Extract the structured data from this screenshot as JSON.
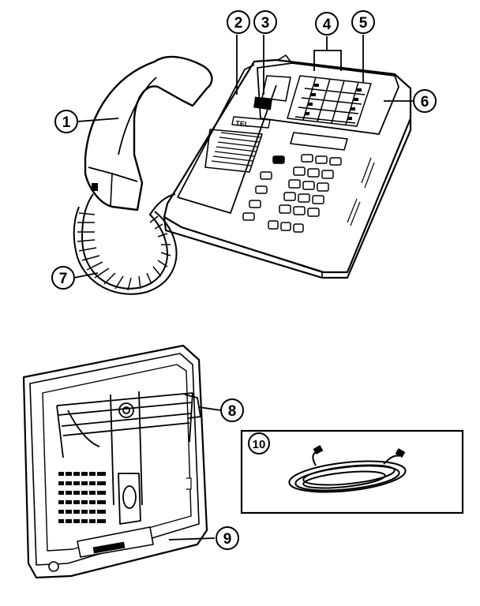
{
  "figure": {
    "phone_label": "TEL",
    "callouts": [
      {
        "id": "1",
        "label": "1",
        "part": "handset"
      },
      {
        "id": "2",
        "label": "2",
        "part": "speaker-grille"
      },
      {
        "id": "3",
        "label": "3",
        "part": "message-indicator"
      },
      {
        "id": "4",
        "label": "4",
        "part": "line-buttons"
      },
      {
        "id": "5",
        "label": "5",
        "part": "line-indicator-lamps"
      },
      {
        "id": "6",
        "label": "6",
        "part": "feature-keys"
      },
      {
        "id": "7",
        "label": "7",
        "part": "coiled-handset-cord"
      },
      {
        "id": "8",
        "label": "8",
        "part": "wall-mount-bracket"
      },
      {
        "id": "9",
        "label": "9",
        "part": "base-cover"
      },
      {
        "id": "10",
        "label": "10",
        "part": "line-cord"
      }
    ]
  }
}
